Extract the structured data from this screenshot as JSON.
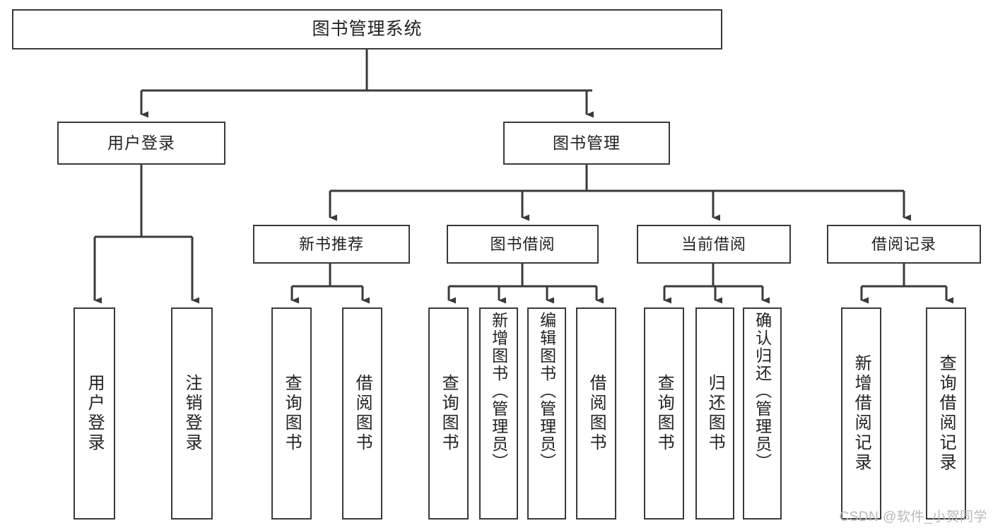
{
  "diagram": {
    "title": "图书管理系统",
    "root": {
      "label": "图书管理系统"
    },
    "level1": [
      {
        "label": "用户登录"
      },
      {
        "label": "图书管理"
      }
    ],
    "level2": [
      {
        "label": "新书推荐"
      },
      {
        "label": "图书借阅"
      },
      {
        "label": "当前借阅"
      },
      {
        "label": "借阅记录"
      }
    ],
    "leaves": {
      "user_login": "用户登录",
      "user_logout": "注销登录",
      "newbook_query": "查询图书",
      "newbook_borrow": "借阅图书",
      "borrow_query": "查询图书",
      "borrow_add": "新增图书（管理员）",
      "borrow_edit": "编辑图书（管理员）",
      "borrow_borrow": "借阅图书",
      "current_query": "查询图书",
      "current_return": "归还图书",
      "current_confirm": "确认归还（管理员）",
      "record_add": "新增借阅记录",
      "record_query": "查询借阅记录"
    }
  },
  "watermark": {
    "text": "CSDN @软件_小贺同学"
  },
  "colors": {
    "border": "#3a3a3a",
    "text": "#222222",
    "background": "#ffffff",
    "watermark": "#b9b9b9"
  }
}
